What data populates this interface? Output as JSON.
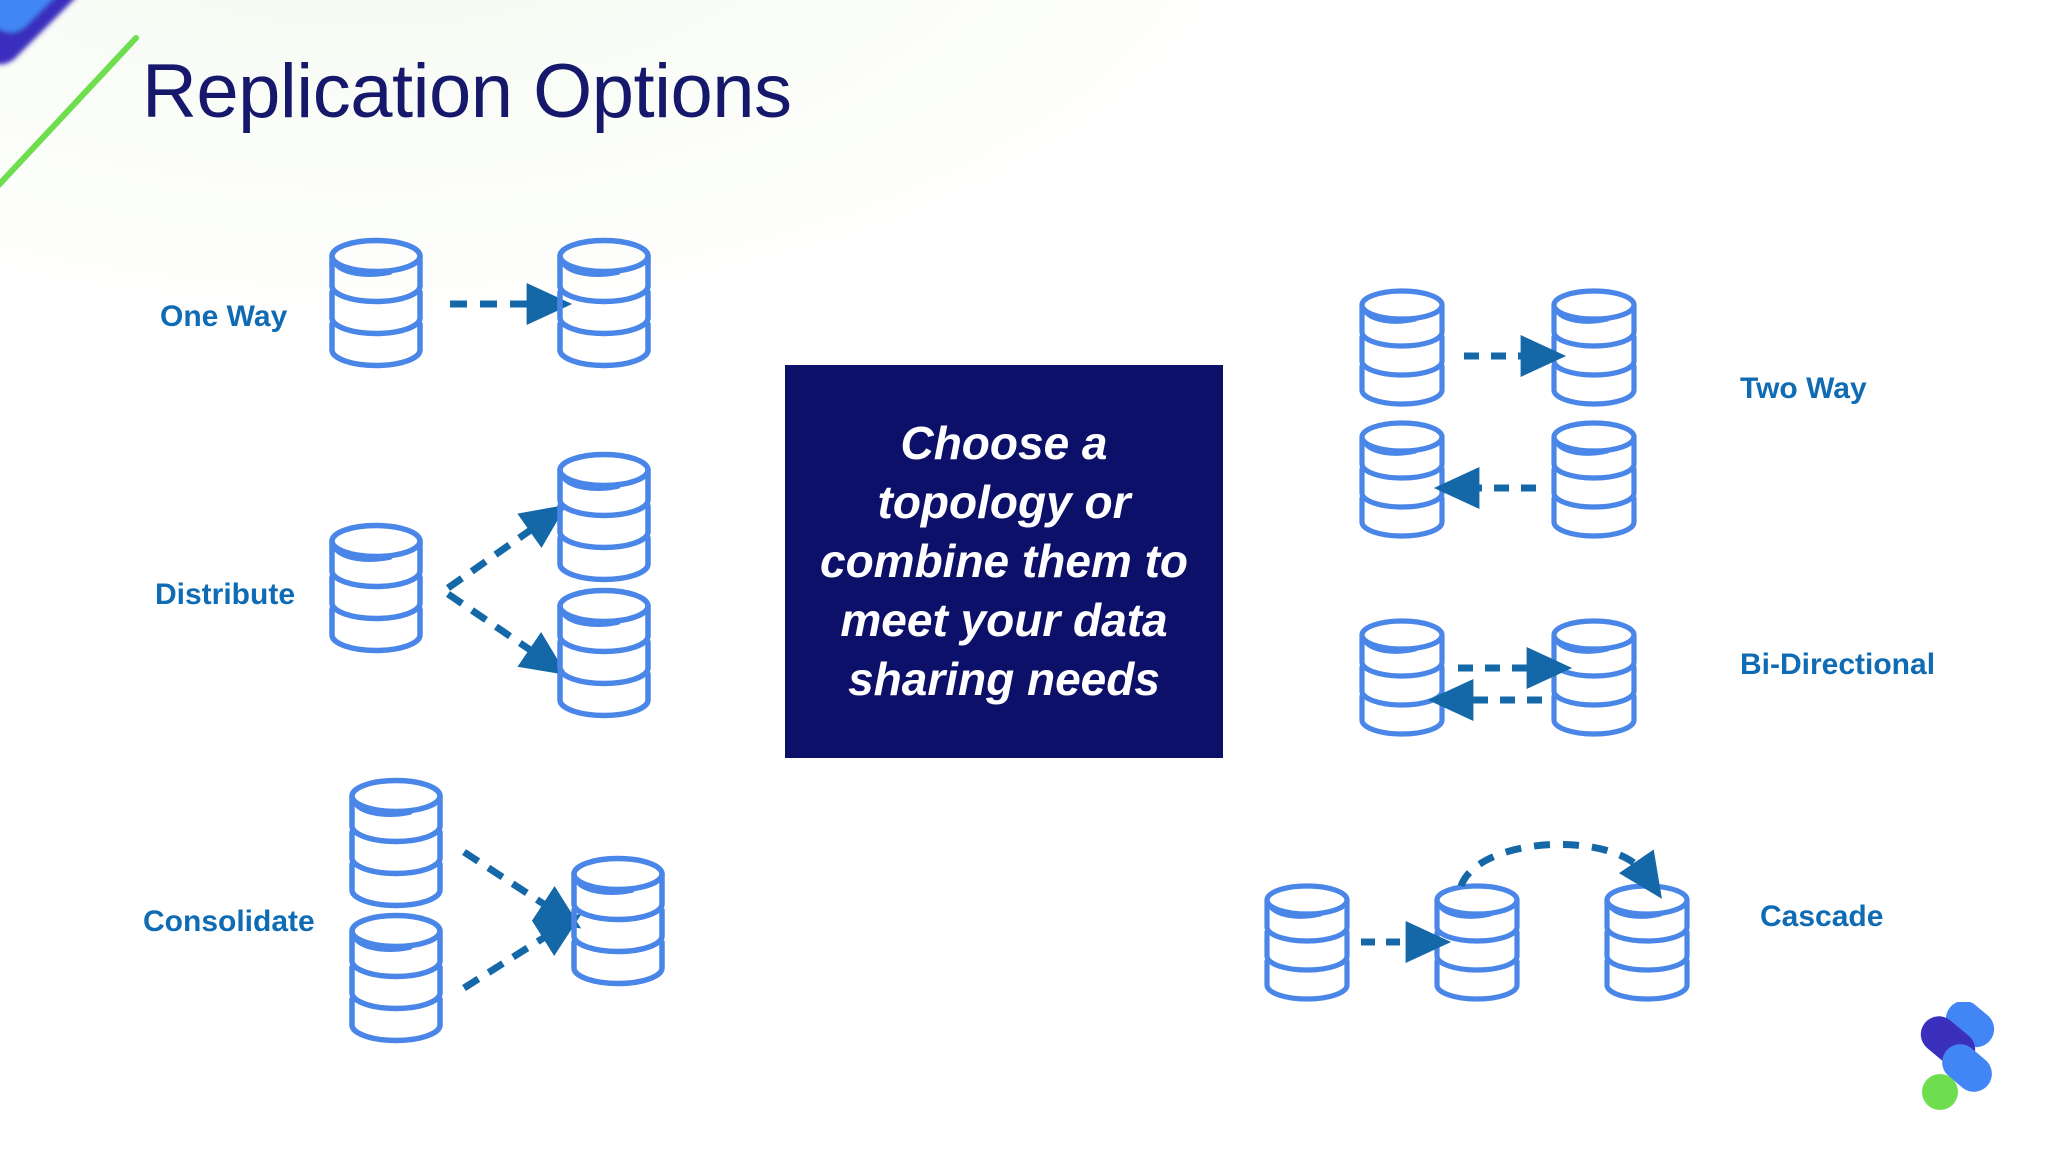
{
  "slide": {
    "title": "Replication Options",
    "background_color": "#ffffff",
    "title_color": "#16186b"
  },
  "decoration": {
    "bar_blue": "#4285f4",
    "bar_indigo": "#3b2fbe",
    "line_green": "#6ede4f",
    "accent_icon": "striim-corner-mark"
  },
  "callout": {
    "text": "Choose a topology or combine them to meet your data sharing needs",
    "background_color": "#0d1068",
    "text_color": "#ffffff"
  },
  "palette": {
    "cylinder_stroke": "#4a86e8",
    "arrow": "#1468a8",
    "label": "#0f6cb4"
  },
  "left_column": {
    "items": [
      {
        "label": "One Way",
        "pattern": "one-source-one-target"
      },
      {
        "label": "Distribute",
        "pattern": "one-source-two-targets"
      },
      {
        "label": "Consolidate",
        "pattern": "two-sources-one-target"
      }
    ]
  },
  "right_column": {
    "items": [
      {
        "label": "Two Way",
        "pattern": "two-pairs-opposite-arrows"
      },
      {
        "label": "Bi-Directional",
        "pattern": "one-pair-two-arrows"
      },
      {
        "label": "Cascade",
        "pattern": "three-chained-with-curved-arrow"
      }
    ]
  },
  "brand": {
    "logo_name": "striim-logo",
    "logo_blue": "#4285f4",
    "logo_indigo": "#3b2fbe",
    "logo_green": "#6ede4f"
  }
}
